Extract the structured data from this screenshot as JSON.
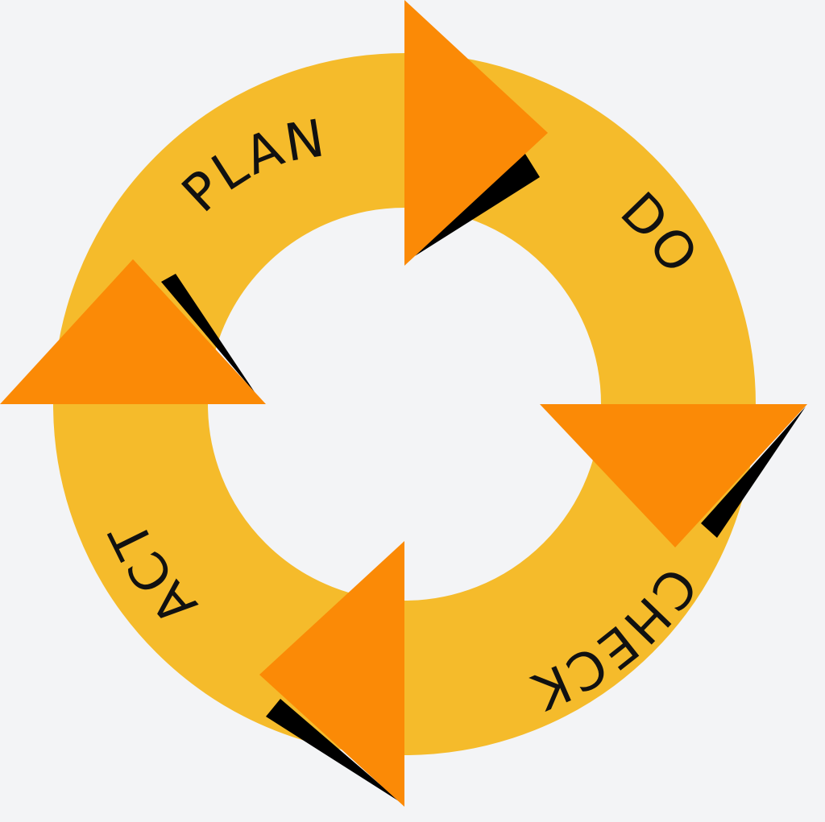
{
  "diagram": {
    "type": "cycle",
    "stages": [
      {
        "id": "plan",
        "label": "PLAN"
      },
      {
        "id": "do",
        "label": "DO"
      },
      {
        "id": "check",
        "label": "CHECK"
      },
      {
        "id": "act",
        "label": "ACT"
      }
    ],
    "colors": {
      "background": "#f3f4f6",
      "ring": "#f5bb2b",
      "arrow": "#fb8a06",
      "shadow": "#000000",
      "text": "#111111"
    }
  }
}
